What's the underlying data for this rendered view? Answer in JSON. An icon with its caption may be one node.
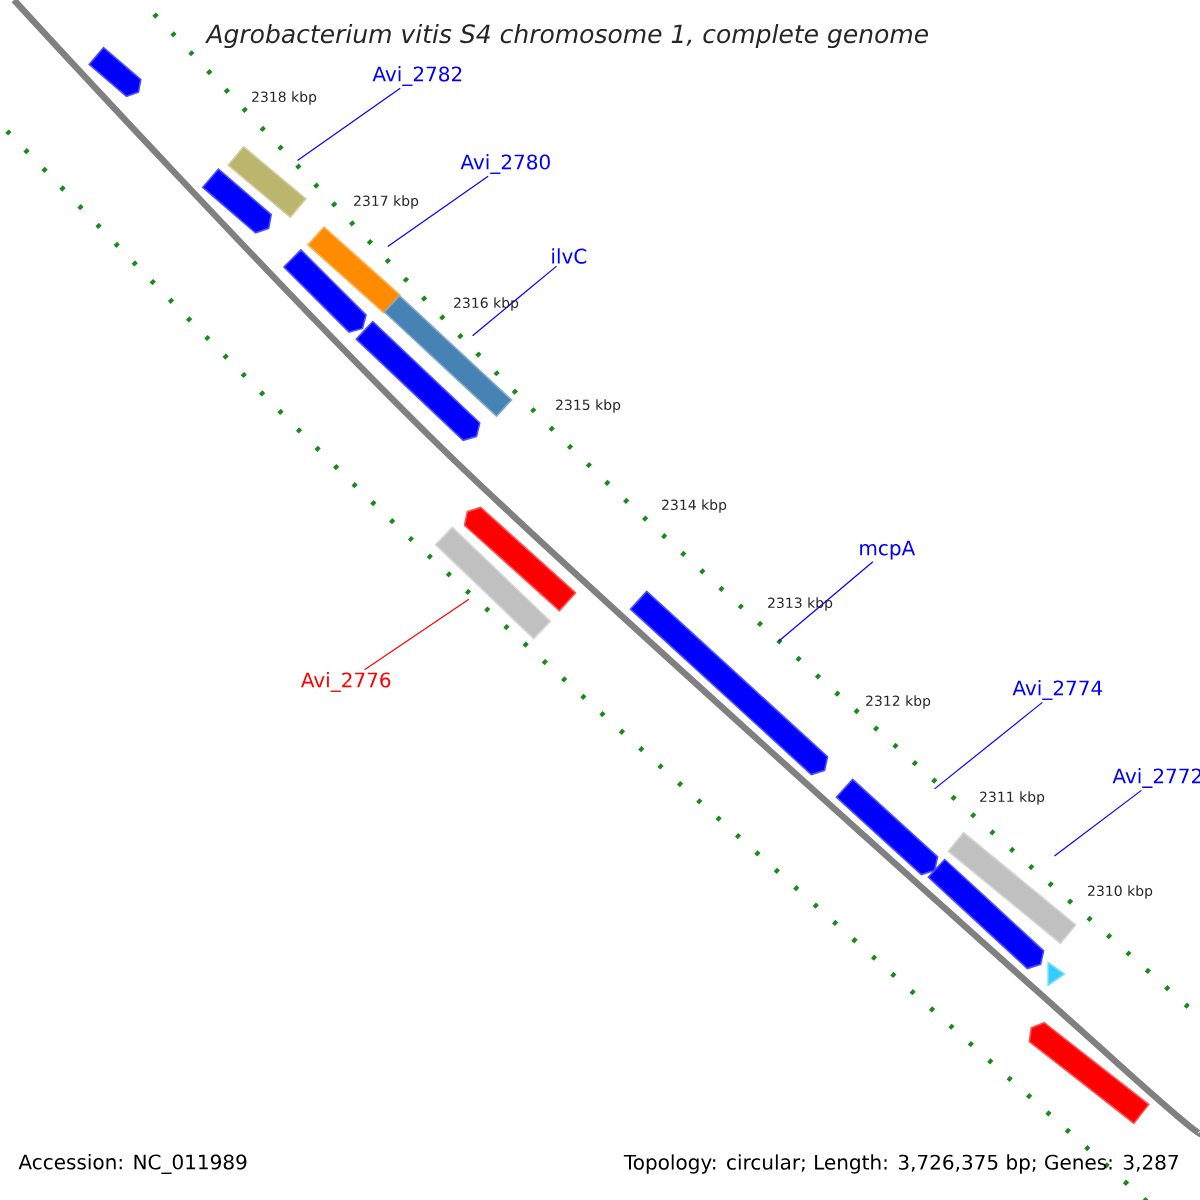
{
  "diagram": {
    "title": "Agrobacterium vitis S4 chromosome 1, complete genome",
    "nodes": [
      {
        "text": [],
        "shape": "pentagon"
      },
      {
        "text": [
          "Avi_2782"
        ]
      },
      {
        "text": [],
        "shape": "bar"
      },
      {
        "text": [],
        "shape": "pentagon"
      },
      {
        "text": [
          "Avi_2780"
        ]
      },
      {
        "text": [],
        "shape": "bar"
      },
      {
        "text": [],
        "shape": "pentagon"
      },
      {
        "text": [
          "ilvC"
        ]
      },
      {
        "text": [],
        "shape": "bar"
      },
      {
        "text": [],
        "shape": "pentagon"
      },
      {
        "text": [],
        "shape": "pentagon"
      },
      {
        "text": [],
        "shape": "bar"
      },
      {
        "text": [
          "mcpA"
        ]
      },
      {
        "text": [],
        "shape": "pentagon"
      },
      {
        "text": [
          "Avi_2776"
        ]
      },
      {
        "text": [
          "Avi_2774"
        ]
      },
      {
        "text": [],
        "shape": "pentagon"
      },
      {
        "text": [
          "Avi_2772"
        ]
      },
      {
        "text": [],
        "shape": "bar"
      },
      {
        "text": [],
        "shape": "pentagon"
      },
      {
        "text": [],
        "shape": "triangle"
      },
      {
        "text": [],
        "shape": "pentagon"
      }
    ],
    "edges": [
      {
        "from": 1,
        "to": 2,
        "arrow": "none"
      },
      {
        "from": 4,
        "to": 5,
        "arrow": "none"
      },
      {
        "from": 7,
        "to": 8,
        "arrow": "none"
      },
      {
        "from": 12,
        "to": 13,
        "arrow": "none"
      },
      {
        "from": 14,
        "to": 11,
        "arrow": "none",
        "color": "#ff0000"
      },
      {
        "from": 15,
        "to": 16,
        "arrow": "none"
      },
      {
        "from": 17,
        "to": 18,
        "arrow": "none"
      }
    ],
    "labels": [
      "2318 kbp",
      "2317 kbp",
      "2316 kbp",
      "2315 kbp",
      "2314 kbp",
      "2313 kbp",
      "2312 kbp",
      "2311 kbp",
      "2310 kbp",
      "Accession: NC_011989",
      "Topology: circular; Length: 3,726,375 bp; Genes: 3,287"
    ]
  }
}
